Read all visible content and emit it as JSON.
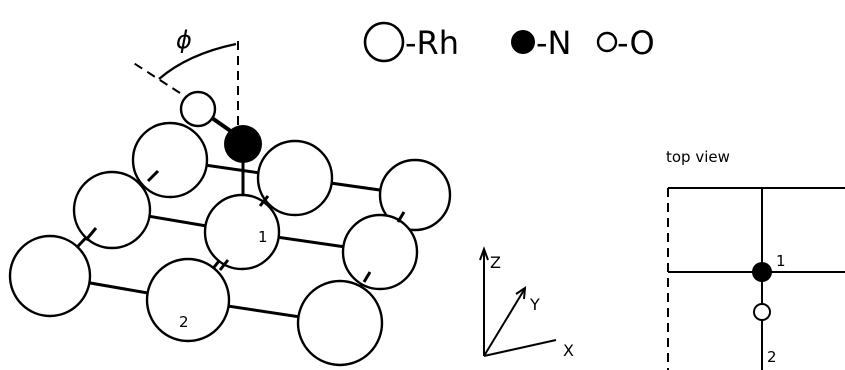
{
  "legend": {
    "rh": "-Rh",
    "n": "-N",
    "o": "-O"
  },
  "angle_label": "ϕ",
  "site_labels": {
    "one": "1",
    "two": "2"
  },
  "axes": {
    "z": "Z",
    "y": "Y",
    "x": "X"
  },
  "top_view": {
    "title": "top view",
    "label_one": "1",
    "label_two": "2"
  }
}
